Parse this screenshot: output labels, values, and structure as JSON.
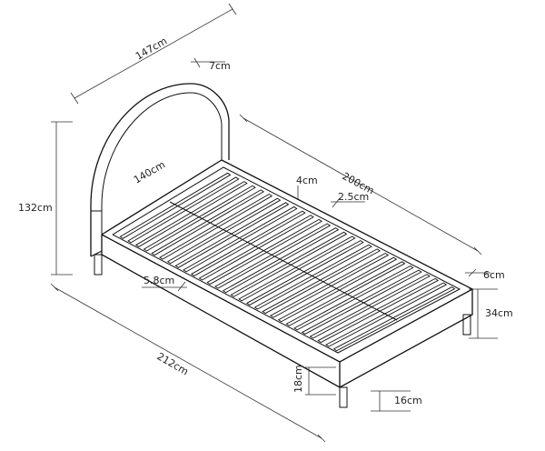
{
  "dimensions": {
    "width_top": "147cm",
    "headboard_thickness": "7cm",
    "height_total": "132cm",
    "inner_width": "140cm",
    "slat_width": "4cm",
    "inner_length": "200cm",
    "slat_gap": "2.5cm",
    "frame_edge": "6cm",
    "frame_height": "34cm",
    "side_offset": "5.8cm",
    "overall_length": "212cm",
    "leg_height": "16cm",
    "rail_height": "18cm"
  }
}
